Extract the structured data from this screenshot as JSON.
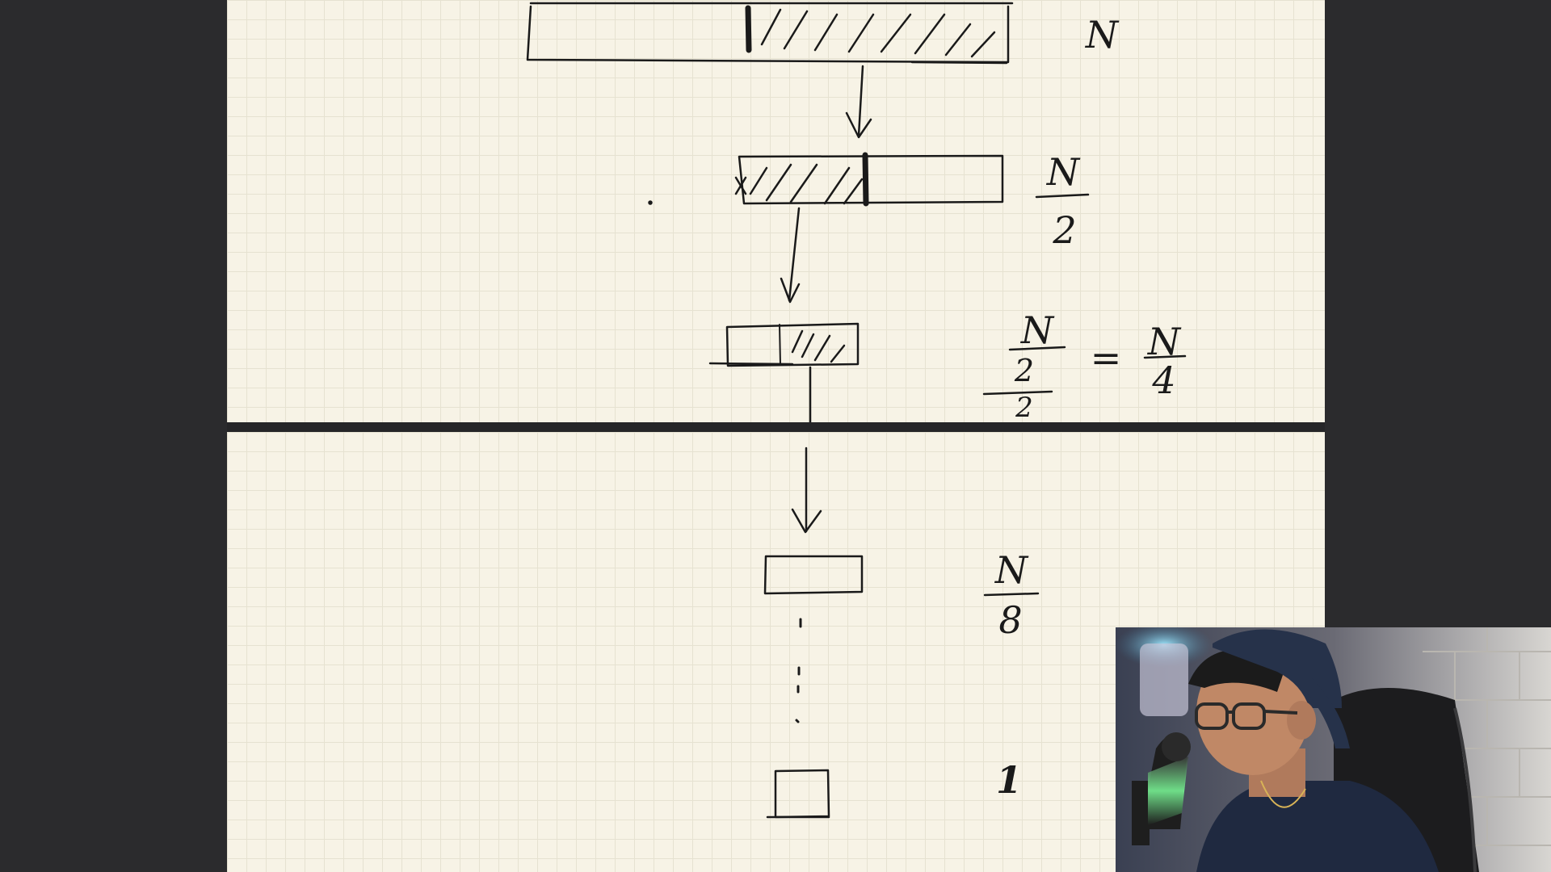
{
  "notes": {
    "level_labels": {
      "level_1": "N",
      "level_2_numerator": "N",
      "level_2_denominator": "2",
      "level_3_numerator": "N",
      "level_3_mid": "2",
      "level_3_denominator": "2",
      "level_3_equals": "=",
      "level_3_result_numerator": "N",
      "level_3_result_denominator": "4",
      "level_4_numerator": "N",
      "level_4_denominator": "8",
      "level_last": "1"
    }
  },
  "colors": {
    "paper": "#f7f3e6",
    "grid": "#e6e2d1",
    "ink": "#1a1a1a",
    "background": "#2b2b2d"
  },
  "icons": {
    "webcam": "presenter-webcam-feed",
    "microphone": "microphone-icon"
  }
}
